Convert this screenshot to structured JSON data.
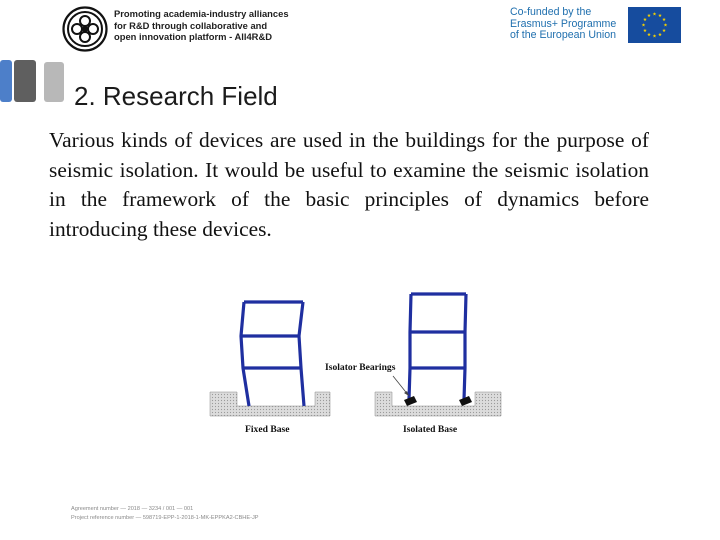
{
  "header": {
    "logo_icon": "all4rd-concentric-logo",
    "lines": [
      "Promoting academia-industry alliances",
      "for R&D through collaborative and",
      "open innovation platform - All4R&D"
    ]
  },
  "eu": {
    "lines": [
      "Co-funded by the",
      "Erasmus+ Programme",
      "of the European Union"
    ],
    "flag_icon": "eu-flag-icon",
    "color": "#1f6fae"
  },
  "slide": {
    "title": "2. Research Field",
    "body": "Various kinds of devices are used in the buildings for the purpose of seismic isolation. It would be useful to examine the seismic isolation in the framework of the basic principles of dynamics before introducing these devices."
  },
  "figure": {
    "isolator_label": "Isolator Bearings",
    "fixed_label": "Fixed Base",
    "isolated_label": "Isolated Base",
    "frame_color": "#1f2fa0"
  },
  "footer": {
    "line1": "Agreement number — 2018 — 3234 / 001 — 001",
    "line2": "Project reference number — 598719-EPP-1-2018-1-MK-EPPKA2-CBHE-JP"
  }
}
